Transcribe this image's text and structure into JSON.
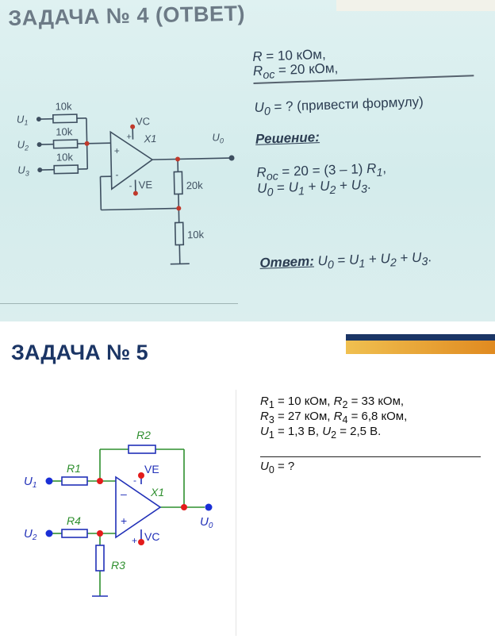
{
  "slide1": {
    "title": "ЗАДАЧА № 4 (ОТВЕТ)",
    "given": [
      {
        "sym": "R",
        "sub": "",
        "rest": " = 10 кОм,"
      },
      {
        "sym": "R",
        "sub": "oc",
        "rest": " = 20 кОм,"
      }
    ],
    "question": {
      "sym": "U",
      "sub": "0",
      "rest": " = ? (привести формулу)"
    },
    "solution_label": "Решение:",
    "solution_lines": [
      "R",
      "oc",
      " = 20 = (3 – 1) ",
      "R",
      "1",
      ","
    ],
    "solution_line2": [
      "U",
      "0",
      " = ",
      "U",
      "1",
      " + ",
      "U",
      "2",
      " + ",
      "U",
      "3",
      "."
    ],
    "answer_label": "Ответ:",
    "answer_text": [
      "U",
      "0",
      " = ",
      "U",
      "1",
      " + ",
      "U",
      "2",
      " + ",
      "U",
      "3",
      "."
    ],
    "circuit": {
      "r_in": [
        "10k",
        "10k",
        "10k"
      ],
      "inputs": [
        "U",
        "U",
        "U"
      ],
      "input_subs": [
        "1",
        "2",
        "3"
      ],
      "out": "U",
      "out_sub": "0",
      "vc": "VC",
      "ve": "VE",
      "opamp": "X1",
      "plus": "+",
      "minus": "-",
      "r_fb": "20k",
      "r_gnd": "10k"
    }
  },
  "slide2": {
    "title": "ЗАДАЧА № 5",
    "given_line1": [
      "R",
      "1",
      " = 10 кОм, ",
      "R",
      "2",
      " = 33 кОм,"
    ],
    "given_line2": [
      "R",
      "3",
      " = 27 кОм, ",
      "R",
      "4",
      " = 6,8 кОм,"
    ],
    "given_line3": [
      "U",
      "1",
      " = 1,3 В, ",
      "U",
      "2",
      " = 2,5 В."
    ],
    "question": [
      "U",
      "0",
      " = ?"
    ],
    "circuit": {
      "r1": "R1",
      "r2": "R2",
      "r3": "R3",
      "r4": "R4",
      "u1": "U",
      "u1_sub": "1",
      "u2": "U",
      "u2_sub": "2",
      "u0": "U",
      "u0_sub": "0",
      "ve": "VE",
      "vc": "VC",
      "opamp": "X1",
      "minus": "–",
      "plus": "+",
      "ve_sign": "-",
      "vc_sign": "+"
    },
    "colors": {
      "wire": "#2f8f2f",
      "node": "#e31b1b",
      "terminal": "#1a2fd6",
      "component": "#2130b8"
    }
  }
}
